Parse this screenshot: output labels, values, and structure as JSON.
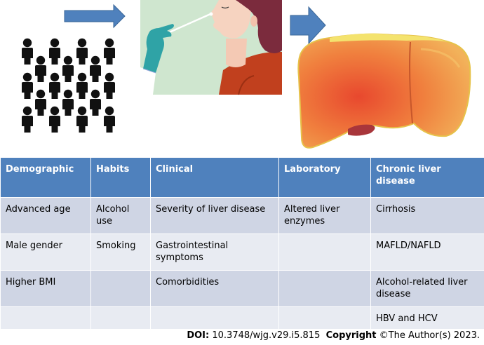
{
  "table": {
    "headers": [
      "Demographic",
      "Habits",
      "Clinical",
      "Laboratory",
      "Chronic liver disease"
    ],
    "rows": [
      [
        "Advanced age",
        "Alcohol use",
        "Severity of  liver disease",
        "Altered liver enzymes",
        "Cirrhosis"
      ],
      [
        "Male gender",
        "Smoking",
        "Gastrointestinal symptoms",
        "",
        "MAFLD/NAFLD"
      ],
      [
        "Higher BMI",
        "",
        "Comorbidities",
        "",
        "Alcohol-related liver disease"
      ],
      [
        "",
        "",
        "",
        "",
        "HBV and HCV"
      ]
    ]
  },
  "footer": {
    "doi_label": "DOI:",
    "doi_value": "10.3748/wjg.v29.i5.815",
    "copyright_label": "Copyright",
    "copyright_value": "©The Author(s) 2023."
  },
  "colors": {
    "header": "#4f81bd",
    "row_odd": "#cfd5e4",
    "row_even": "#e8ebf2",
    "arrow": "#4f81bd"
  }
}
